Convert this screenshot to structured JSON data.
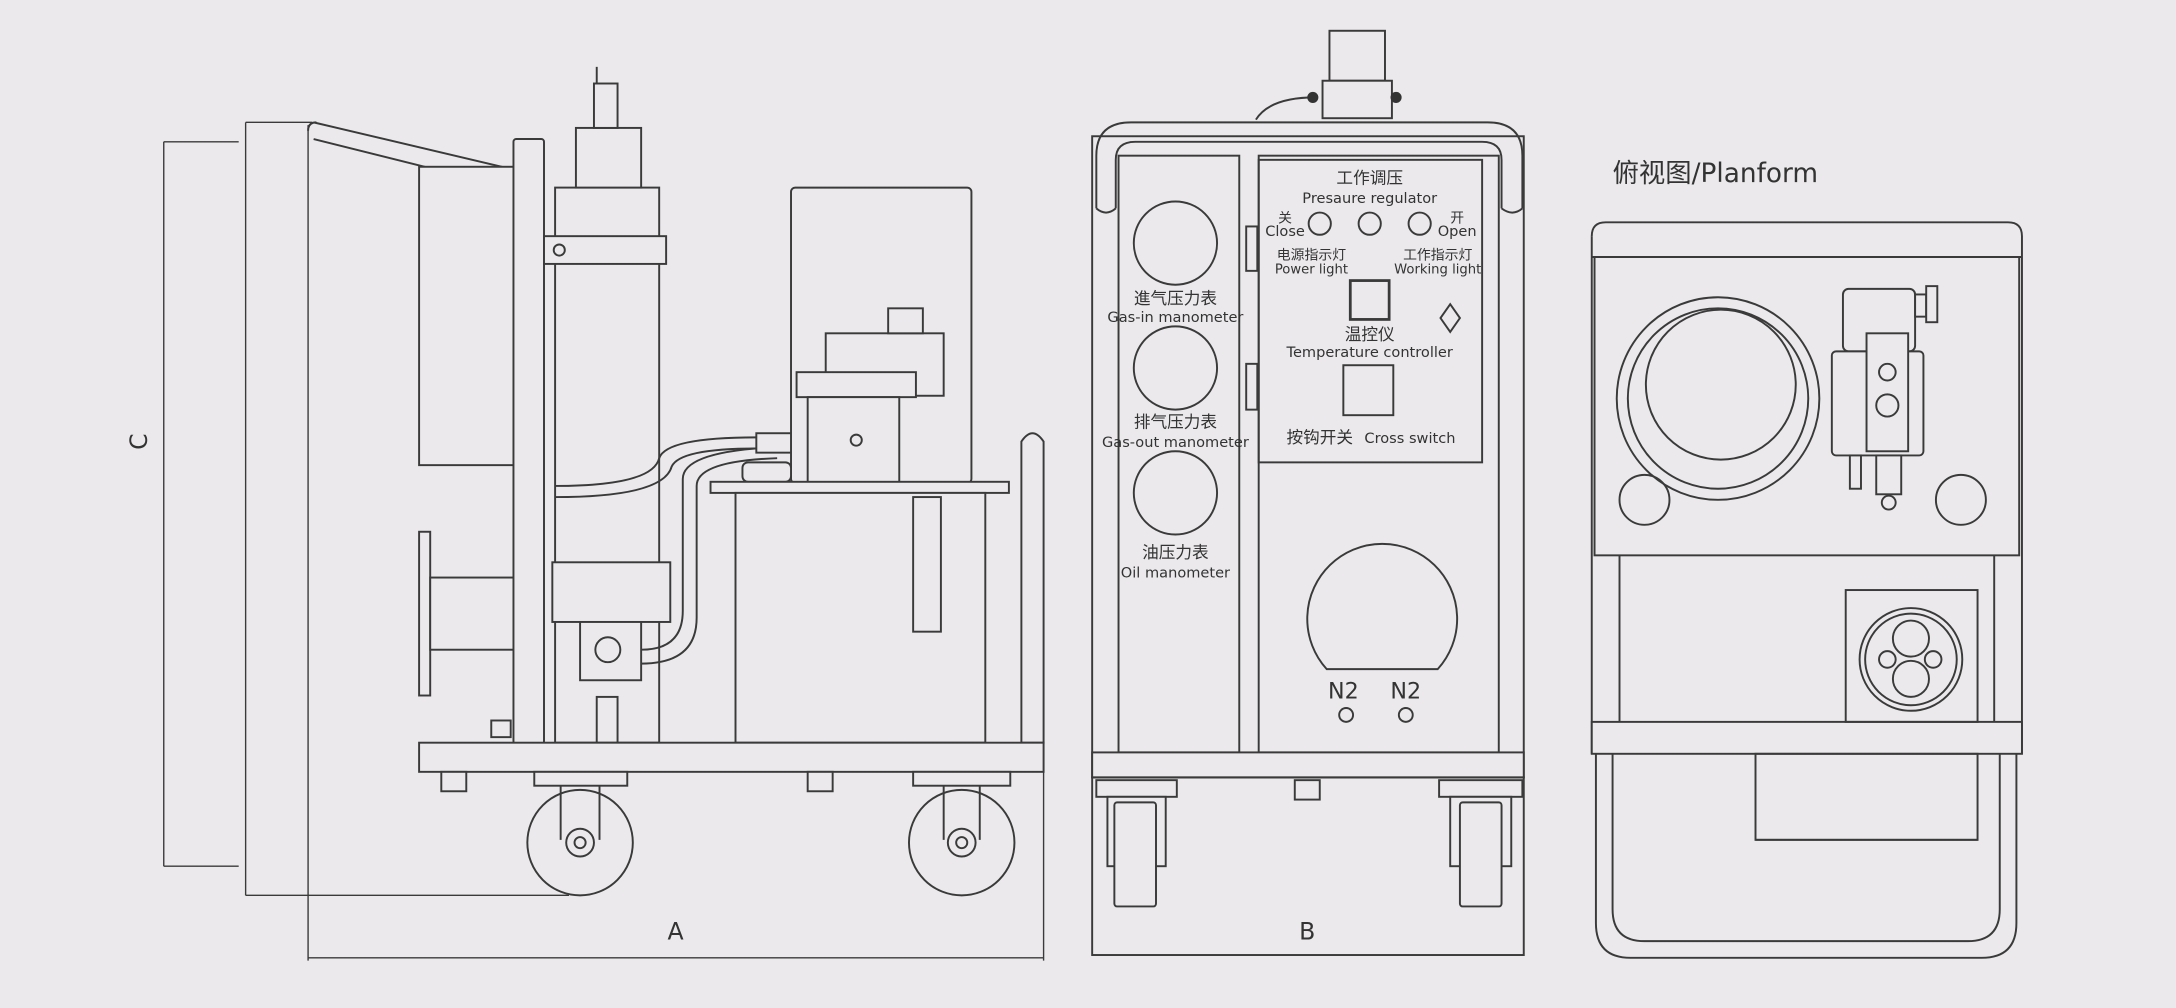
{
  "dimensions": {
    "a": "A",
    "b": "B",
    "c": "C"
  },
  "front_view": {
    "gauges": [
      {
        "cn": "進气压力表",
        "en": "Gas-in manometer"
      },
      {
        "cn": "排气压力表",
        "en": "Gas-out manometer"
      },
      {
        "cn": "油压力表",
        "en": "Oil manometer"
      }
    ],
    "panel": {
      "regulator_cn": "工作调压",
      "regulator_en": "Presaure regulator",
      "close_cn": "关",
      "close_en": "Close",
      "open_cn": "开",
      "open_en": "Open",
      "power_cn": "电源指示灯",
      "power_en": "Power light",
      "working_cn": "工作指示灯",
      "working_en": "Working light",
      "temp_cn": "温控仪",
      "temp_en": "Temperature controller",
      "switch_cn": "按钩开关",
      "switch_en": "Cross switch"
    },
    "n2_left": "N2",
    "n2_right": "N2"
  },
  "planform": {
    "title": "俯视图/Planform"
  }
}
